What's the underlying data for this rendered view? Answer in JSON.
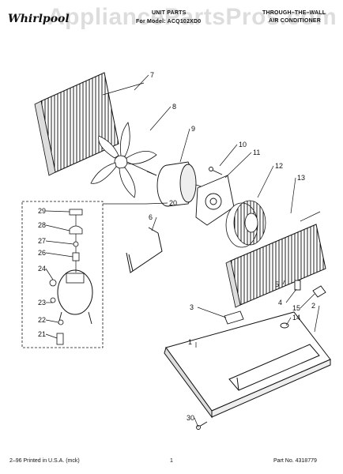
{
  "header": {
    "brand": "Whirlpool",
    "title": "UNIT PARTS",
    "model_line": "For Model: ACQ102XD0",
    "right_line1": "THROUGH–THE–WALL",
    "right_line2": "AIR CONDITIONER"
  },
  "watermark": "AppliancePartsPros.com",
  "callouts": [
    "1",
    "2",
    "3",
    "4",
    "5",
    "6",
    "7",
    "8",
    "9",
    "10",
    "11",
    "12",
    "13",
    "14",
    "15",
    "20",
    "21",
    "22",
    "23",
    "24",
    "26",
    "27",
    "28",
    "29",
    "30"
  ],
  "footer": {
    "left": "2–96 Printed in U.S.A. (mck)",
    "center": "1",
    "right": "Part No. 4318779"
  },
  "colors": {
    "ink": "#111111",
    "watermark": "#000000"
  }
}
